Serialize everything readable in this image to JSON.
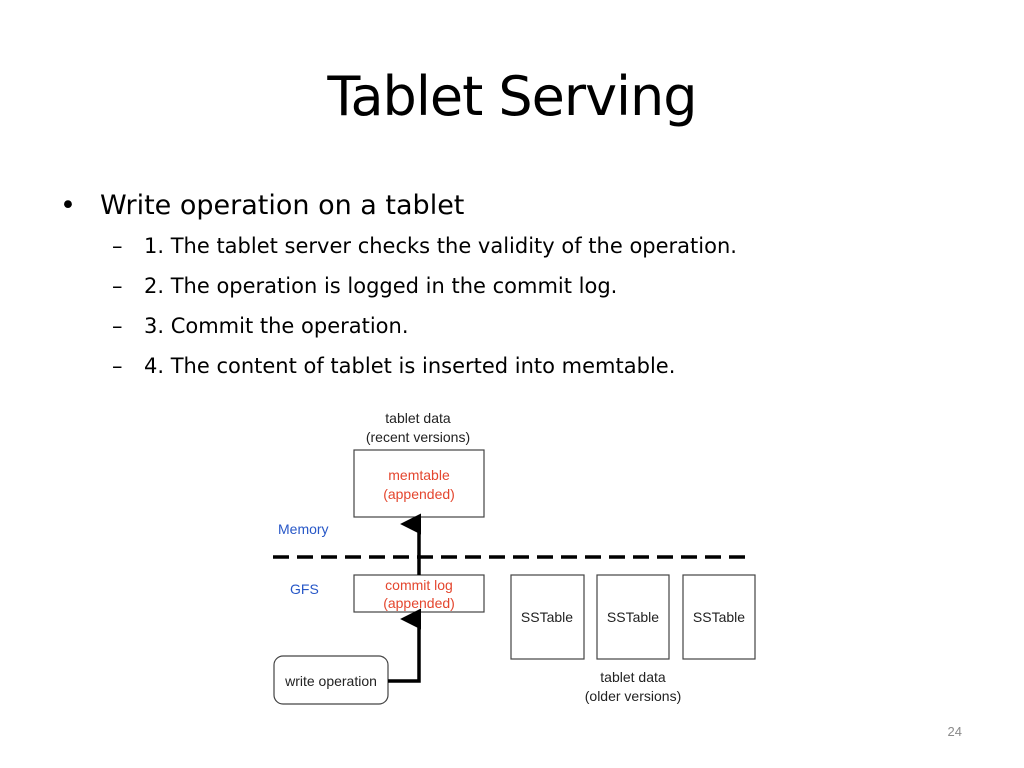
{
  "slide": {
    "title": "Tablet Serving",
    "bullet": {
      "marker": "•",
      "text": "Write operation on a tablet",
      "sub_marker": "–",
      "steps": [
        "1. The tablet server checks the validity of the operation.",
        "2. The operation is logged in the commit log.",
        "3. Commit the operation.",
        "4. The content of tablet is inserted into memtable."
      ]
    },
    "page_number": "24"
  },
  "diagram": {
    "recent_caption": [
      "tablet data",
      "(recent versions)"
    ],
    "memtable": [
      "memtable",
      "(appended)"
    ],
    "memory_label": "Memory",
    "gfs_label": "GFS",
    "commit_log": [
      "commit log",
      "(appended)"
    ],
    "sstables": [
      "SSTable",
      "SSTable",
      "SSTable"
    ],
    "write_operation": "write operation",
    "older_caption": [
      "tablet data",
      "(older versions)"
    ],
    "colors": {
      "highlight_text": "#e4462e",
      "tier_label": "#2757c7",
      "box_border": "#444444",
      "arrow": "#000000"
    }
  }
}
